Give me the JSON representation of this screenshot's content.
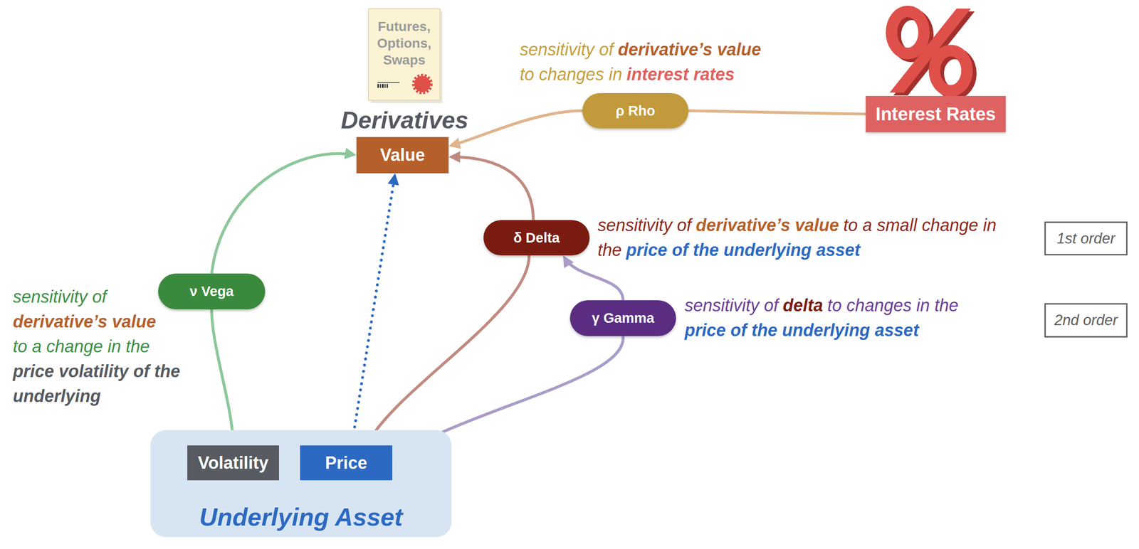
{
  "diagram": {
    "nodes": [
      {
        "text": [
          "Futures, Options, Swaps"
        ]
      },
      {
        "text": [
          "Value"
        ]
      },
      {
        "text": [
          "ρ Rho"
        ]
      },
      {
        "text": [
          "Interest Rates"
        ]
      },
      {
        "text": [
          "ν Vega"
        ]
      },
      {
        "text": [
          "δ Delta"
        ]
      },
      {
        "text": [
          "1st order"
        ]
      },
      {
        "text": [
          "γ Gamma"
        ]
      },
      {
        "text": [
          "2nd order"
        ]
      },
      {
        "text": [
          "Underlying Asset"
        ]
      },
      {
        "text": [
          "Volatility"
        ],
        "in": 9
      },
      {
        "text": [
          "Price"
        ],
        "in": 9
      }
    ],
    "edges": [
      {
        "from": 10,
        "to": 4,
        "arrow": "none"
      },
      {
        "from": 4,
        "to": 1,
        "arrow": "to"
      },
      {
        "from": 11,
        "to": 1,
        "arrow": "to"
      },
      {
        "from": 10,
        "to": 11,
        "arrow": "none"
      },
      {
        "from": 11,
        "to": 5,
        "arrow": "none"
      },
      {
        "from": 5,
        "to": 1,
        "arrow": "to"
      },
      {
        "from": 11,
        "to": 7,
        "arrow": "none"
      },
      {
        "from": 7,
        "to": 5,
        "arrow": "to"
      },
      {
        "from": 3,
        "to": 2,
        "arrow": "none"
      },
      {
        "from": 2,
        "to": 1,
        "arrow": "to"
      }
    ],
    "labels": [
      "Derivatives",
      "sensitivity of",
      "derivative’s value",
      "to changes in",
      "interest rates",
      "sensitivity of",
      "derivative’s value",
      "to a small change in the",
      "price of the underlying asset",
      "sensitivity of",
      "delta",
      "to changes in the",
      "price of the underlying asset",
      "sensitivity of",
      "derivative’s value",
      "to a change in the",
      "price volatility of the underlying"
    ]
  }
}
